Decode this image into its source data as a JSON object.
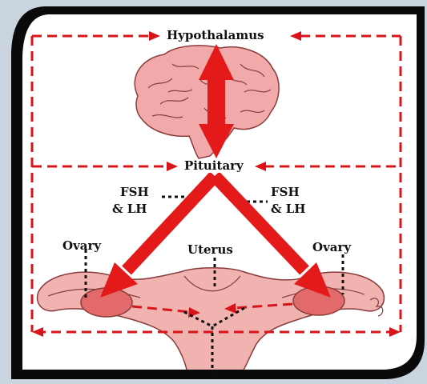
{
  "labels": {
    "hypothalamus": "Hypothalamus",
    "pituitary": "Pituitary",
    "fsh_left": "FSH",
    "lh_left": "& LH",
    "fsh_right": "FSH",
    "lh_right": "& LH",
    "ovary_left": "Ovary",
    "uterus": "Uterus",
    "ovary_right": "Ovary"
  },
  "colors": {
    "frame": "#0a0a0a",
    "background": "#c9d4de",
    "arrow_red": "#e41a1a",
    "dashed_red": "#d8141a",
    "brain_fill": "#f2a9a9",
    "brain_stroke": "#8a3b3b",
    "uterus_fill": "#f0b3b0",
    "ovary_fill": "#e36a6a"
  }
}
